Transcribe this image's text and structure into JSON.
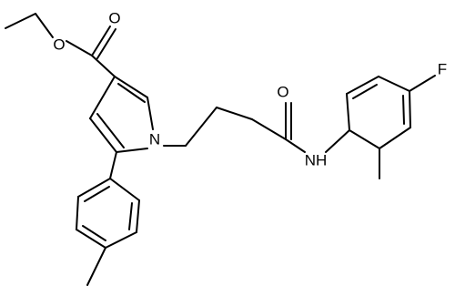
{
  "structure": {
    "atom_labels": {
      "ester_carbonyl_o": "O",
      "ester_ether_o": "O",
      "pyrrole_n": "N",
      "amide_o": "O",
      "amide_nh": "NH",
      "fluorine": "F"
    },
    "colors": {
      "bond": "#000000",
      "label": "#000000",
      "background": "#ffffff"
    }
  }
}
